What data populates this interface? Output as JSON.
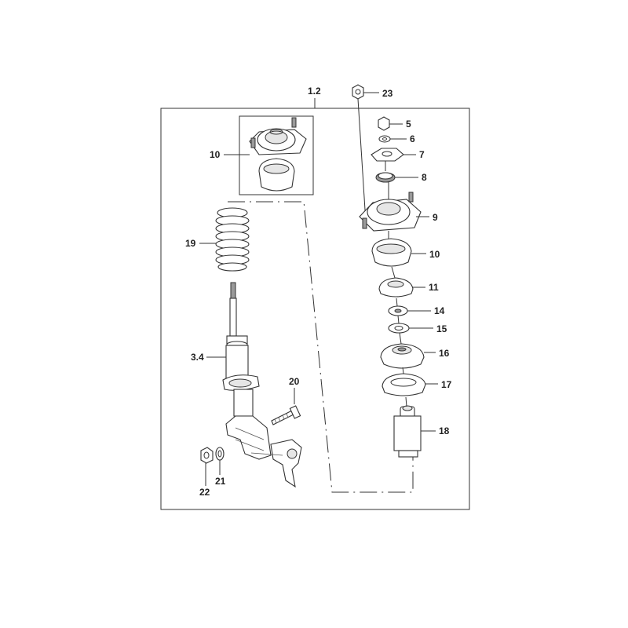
{
  "callouts": {
    "c1_2": "1.2",
    "c23": "23",
    "c5": "5",
    "c6": "6",
    "c7": "7",
    "c8": "8",
    "c9": "9",
    "c10_right": "10",
    "c11": "11",
    "c14": "14",
    "c15": "15",
    "c16": "16",
    "c17": "17",
    "c18": "18",
    "c10_left": "10",
    "c19": "19",
    "c3_4": "3.4",
    "c20": "20",
    "c21": "21",
    "c22": "22"
  },
  "colors": {
    "line": "#333333",
    "fill": "#ffffff",
    "shade": "#e6e6e6"
  }
}
